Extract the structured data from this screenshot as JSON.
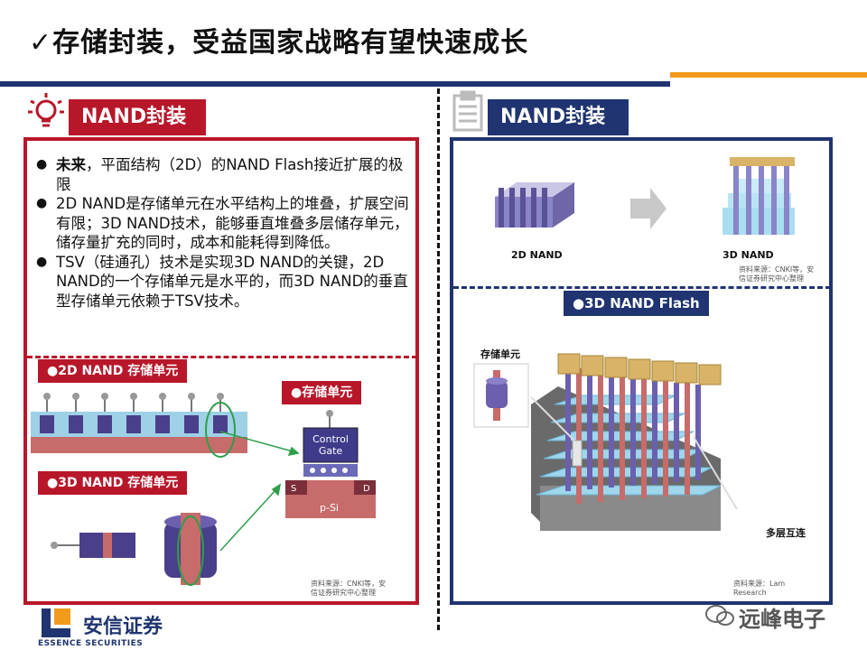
{
  "title": "✓存储封装，受益国家战略有望快速成长",
  "left": {
    "tag": "NAND封装",
    "bullets": [
      {
        "bold": "未来",
        "text": "，平面结构（2D）的NAND Flash接近扩展的极限"
      },
      {
        "bold": "",
        "text": "2D NAND是存储单元在水平结构上的堆叠，扩展空间有限；3D NAND技术，能够垂直堆叠多层储存单元，储存量扩充的同时，成本和能耗得到降低。"
      },
      {
        "bold": "",
        "text": "TSV（硅通孔）技术是实现3D NAND的关键，2D NAND的一个存储单元是水平的，而3D NAND的垂直型存储单元依赖于TSV技术。"
      }
    ],
    "label_2d": "●2D NAND 存储单元",
    "label_cell": "●存储单元",
    "label_3d": "●3D NAND 存储单元",
    "control_gate_1": "Control",
    "control_gate_2": "Gate",
    "s": "S",
    "d": "D",
    "psi": "p-Si",
    "source_1": "资料来源：CNKI等，安",
    "source_2": "信证券研究中心整理"
  },
  "right": {
    "tag": "NAND封装",
    "cap_2d": "2D NAND",
    "cap_3d": "3D NAND",
    "source_top_1": "资料来源：CNKI等，安",
    "source_top_2": "信证券研究中心整理",
    "label_flash": "●3D NAND Flash",
    "cell": "存储单元",
    "interconnect": "多层互连",
    "source_bottom_1": "资料来源：Lam",
    "source_bottom_2": "Research"
  },
  "footer": {
    "logo_cn": "安信证券",
    "logo_en": "ESSENCE SECURITIES",
    "watermark": "远峰电子"
  },
  "colors": {
    "red": "#b8172a",
    "navy": "#1f3470",
    "orange": "#f29a1c"
  }
}
